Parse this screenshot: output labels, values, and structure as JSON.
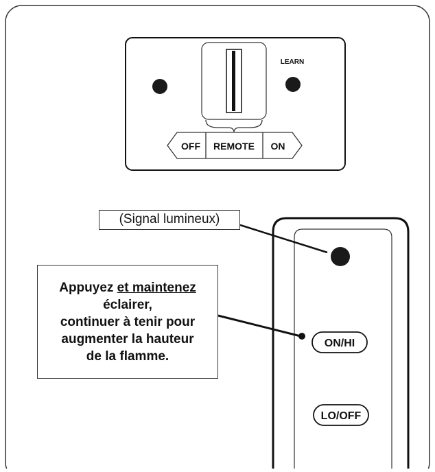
{
  "receiver": {
    "learn_label": "LEARN",
    "switch_positions": [
      "OFF",
      "REMOTE",
      "ON"
    ]
  },
  "remote": {
    "on_hi_label": "ON/HI",
    "lo_off_label": "LO/OFF"
  },
  "callouts": {
    "signal_label": "(Signal lumineux)",
    "instruction": {
      "line1_a": "Appuyez ",
      "line1_b": "et maintenez",
      "line2": "éclairer,",
      "line3": "continuer à tenir pour",
      "line4": "augmenter la hauteur",
      "line5": "de la flamme."
    }
  }
}
